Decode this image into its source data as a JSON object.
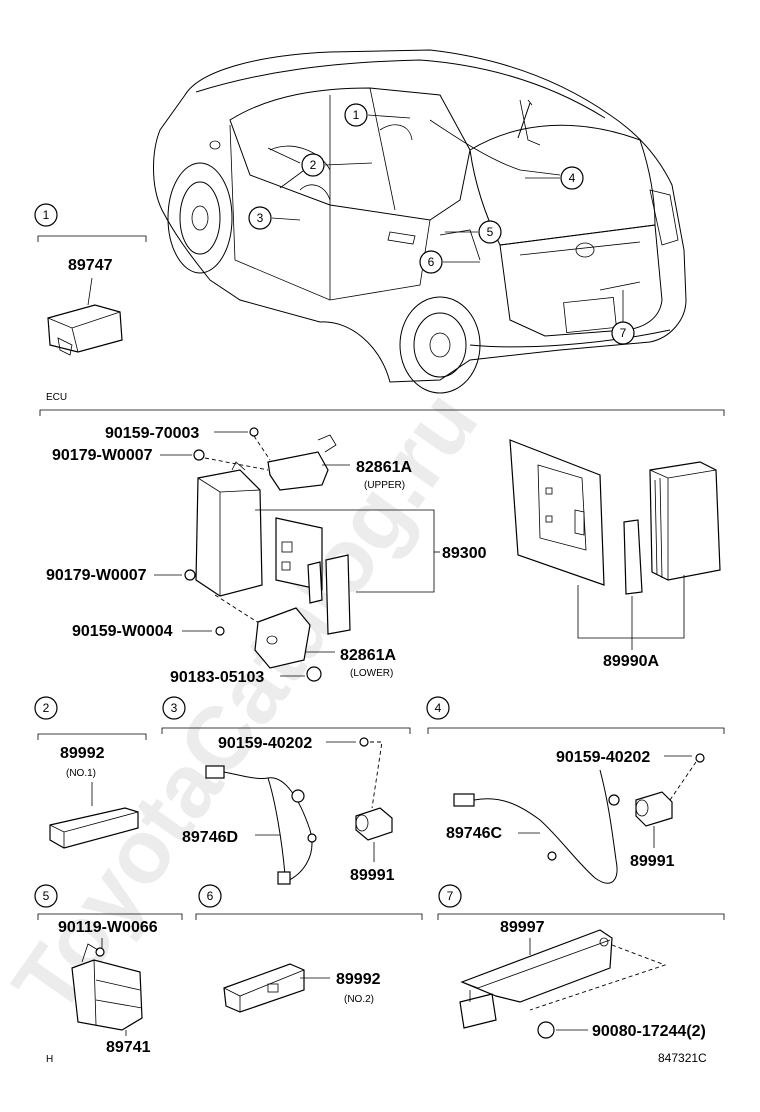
{
  "watermark": "ToyotaCatalog.ru",
  "ecu_label": "ECU",
  "sheet_mark": "H",
  "diagram_code": "847321C",
  "car_callouts": [
    "1",
    "2",
    "3",
    "4",
    "5",
    "6",
    "7"
  ],
  "section_numbers": [
    "1",
    "2",
    "3",
    "4",
    "5",
    "6",
    "7"
  ],
  "sec1": {
    "part": "89747"
  },
  "ecu": {
    "p1": "90159-70003",
    "p2": "90179-W0007",
    "p3": "82861A",
    "p3_note": "(UPPER)",
    "p4": "89300",
    "p5": "90179-W0007",
    "p6": "90159-W0004",
    "p7": "82861A",
    "p7_note": "(LOWER)",
    "p8": "90183-05103",
    "p9": "89990A"
  },
  "sec2": {
    "part": "89992",
    "note": "(NO.1)"
  },
  "sec3": {
    "bolt": "90159-40202",
    "harness": "89746D",
    "sensor": "89991"
  },
  "sec4": {
    "bolt": "90159-40202",
    "harness": "89746C",
    "sensor": "89991"
  },
  "sec5": {
    "bolt": "90119-W0066",
    "module": "89741"
  },
  "sec6": {
    "part": "89992",
    "note": "(NO.2)"
  },
  "sec7": {
    "handle": "89997",
    "nut": "90080-17244(2)"
  }
}
